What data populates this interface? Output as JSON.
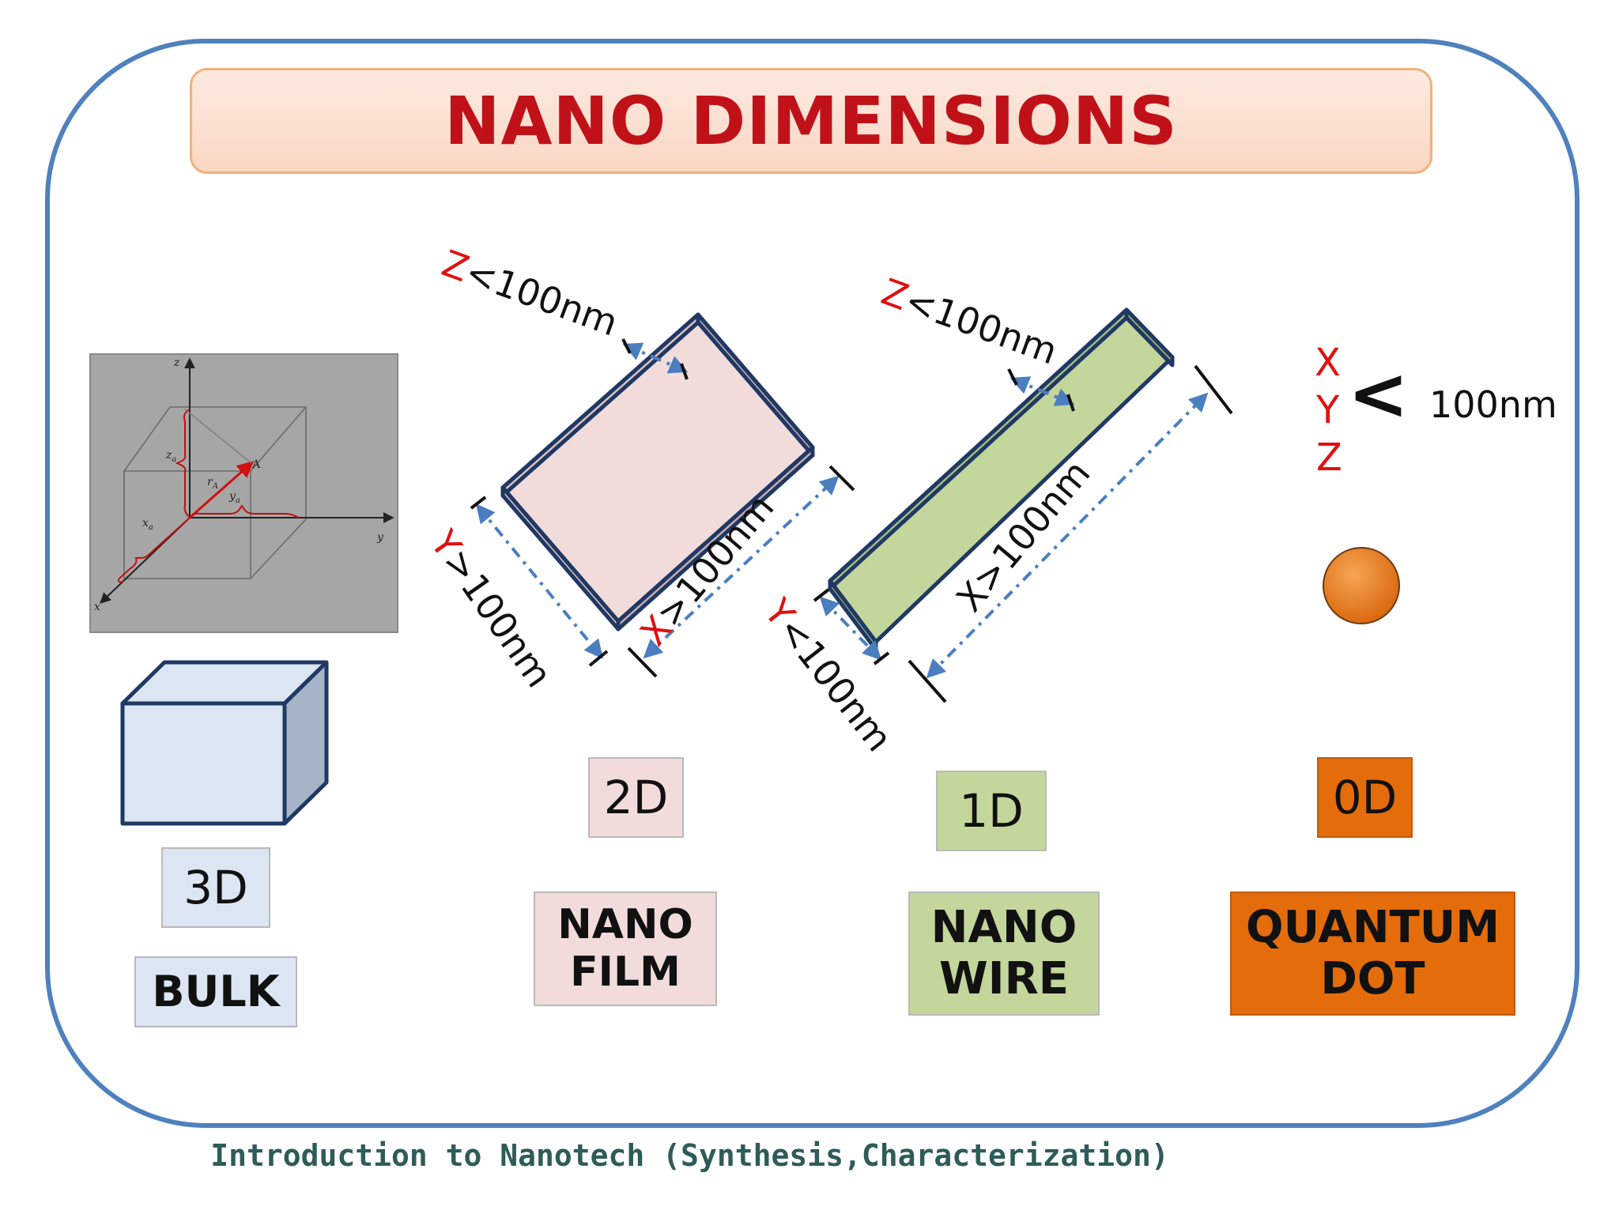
{
  "title": "NANO DIMENSIONS",
  "footer": "Introduction to Nanotech (Synthesis,Characterization)",
  "axes_figure": {
    "labels": {
      "z": "z",
      "y": "y",
      "x": "x",
      "za": "z",
      "ya": "y",
      "xa": "x",
      "point": "A",
      "vector": "r"
    },
    "subscripts": {
      "za": "a",
      "ya": "a",
      "xa": "a",
      "vector": "A"
    }
  },
  "categories": [
    {
      "dimension": "3D",
      "name_line1": "BULK",
      "name_line2": "",
      "color": "#dce6f2"
    },
    {
      "dimension": "2D",
      "name_line1": "NANO",
      "name_line2": "FILM",
      "color": "#f2dcdb"
    },
    {
      "dimension": "1D",
      "name_line1": "NANO",
      "name_line2": "WIRE",
      "color": "#c3d69b"
    },
    {
      "dimension": "0D",
      "name_line1": "QUANTUM",
      "name_line2": "DOT",
      "color": "#e46c0a"
    }
  ],
  "film_labels": {
    "z": {
      "axis": "Z",
      "rest": "<100nm"
    },
    "y": {
      "axis": "Y",
      "rest": ">100nm"
    },
    "x": {
      "axis": "X",
      "rest": ">100nm"
    }
  },
  "wire_labels": {
    "z": {
      "axis": "Z",
      "rest": "<100nm"
    },
    "y": {
      "axis": "Y",
      "rest": "<100nm"
    },
    "x": {
      "axis": "X",
      "rest": ">100nm"
    }
  },
  "dot_labels": {
    "x": "X",
    "y": "Y",
    "z": "Z",
    "less_than": "<",
    "value": "100nm"
  },
  "colors": {
    "frame": "#4f81bd",
    "title_text": "#c01119",
    "axis_red": "#e01010",
    "arrow_blue": "#4a7ebf",
    "shape_outline": "#1f3864",
    "film_fill": "#f2dcdb",
    "wire_fill": "#c3d69b",
    "dot_fill": "#e46c0a",
    "bulk_fill": "#dce6f2",
    "bulk_side": "#a6b4c8",
    "figure_bg": "#a6a6a6"
  }
}
